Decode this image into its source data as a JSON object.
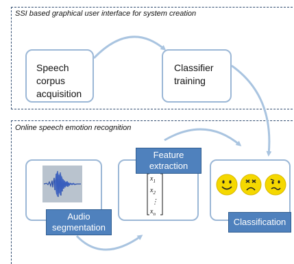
{
  "top_section": {
    "title": "SSI based graphical user interface for system creation",
    "speech_box": {
      "line1": "Speech",
      "line2": "corpus",
      "line3": "acquisition"
    },
    "classifier_box": {
      "line1": "Classifier",
      "line2": "training"
    }
  },
  "bottom_section": {
    "title": "Online speech emotion recognition",
    "feature_label": {
      "line1": "Feature",
      "line2": "extraction"
    },
    "audio_label": {
      "line1": "Audio",
      "line2": "segmentation"
    },
    "classification_label": "Classification",
    "vector": {
      "x1": "x",
      "x2": "x",
      "dots": "⋮",
      "xn": "x",
      "s1": "1",
      "s2": "2",
      "sn": "n"
    }
  },
  "colors": {
    "dashed_border": "#2f4a6e",
    "box_border": "#9bb7d6",
    "label_fill": "#4f81bd",
    "arrow": "#a9c4e0",
    "emoji_yellow": "#f5d800"
  },
  "icons": [
    "waveform-icon",
    "happy-face-icon",
    "angry-face-icon",
    "uncertain-face-icon"
  ]
}
